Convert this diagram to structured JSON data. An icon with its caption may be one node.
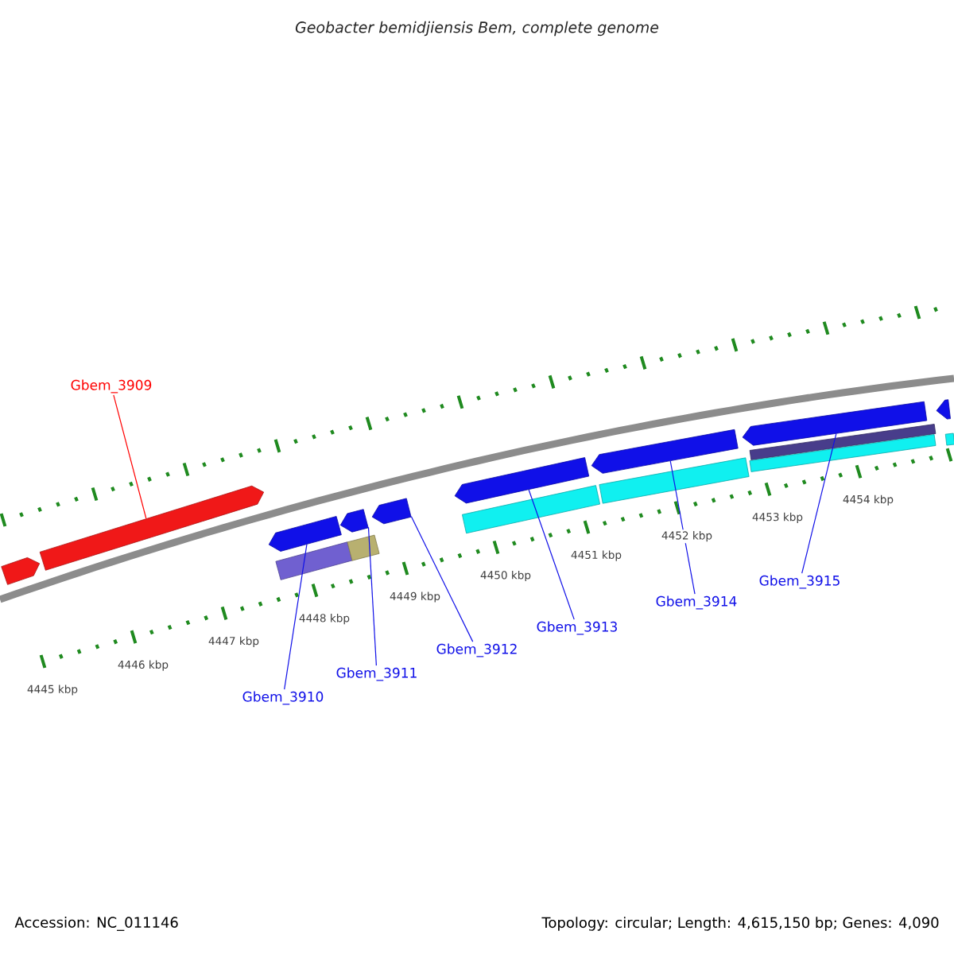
{
  "diagram": {
    "title": "Geobacter bemidjiensis Bem, complete genome",
    "nodes": [
      {
        "text": [
          "Gbem_3909"
        ]
      },
      {
        "text": [
          "Gbem_3910"
        ]
      },
      {
        "text": [
          "Gbem_3911"
        ]
      },
      {
        "text": [
          "Gbem_3912"
        ]
      },
      {
        "text": [
          "Gbem_3913"
        ]
      },
      {
        "text": [
          "Gbem_3914"
        ]
      },
      {
        "text": [
          "Gbem_3915"
        ]
      },
      {
        "text": [],
        "shape": "arrow"
      },
      {
        "text": [],
        "shape": "arrow"
      },
      {
        "text": [],
        "shape": "arrow"
      },
      {
        "text": [],
        "shape": "arrow"
      },
      {
        "text": [],
        "shape": "arrow"
      },
      {
        "text": [],
        "shape": "arrow"
      },
      {
        "text": [],
        "shape": "arrow"
      },
      {
        "text": [],
        "shape": "arrow"
      },
      {
        "text": [],
        "shape": "bar"
      },
      {
        "text": [],
        "shape": "bar"
      },
      {
        "text": [],
        "shape": "bar"
      },
      {
        "text": [],
        "shape": "bar"
      },
      {
        "text": [],
        "shape": "bar"
      },
      {
        "text": [],
        "shape": "bar"
      },
      {
        "text": [],
        "shape": "arrow"
      },
      {
        "text": [],
        "shape": "bar"
      }
    ],
    "edges": [
      {
        "from": 0,
        "to": 7,
        "arrow": "none",
        "color": "#ff0000"
      },
      {
        "from": 1,
        "to": 8,
        "arrow": "none"
      },
      {
        "from": 2,
        "to": 9,
        "arrow": "none"
      },
      {
        "from": 3,
        "to": 10,
        "arrow": "none"
      },
      {
        "from": 4,
        "to": 11,
        "arrow": "none"
      },
      {
        "from": 5,
        "to": 12,
        "arrow": "none"
      },
      {
        "from": 6,
        "to": 13,
        "arrow": "none"
      }
    ],
    "labels": [
      "4445 kbp",
      "4446 kbp",
      "4447 kbp",
      "4448 kbp",
      "4449 kbp",
      "4450 kbp",
      "4451 kbp",
      "4452 kbp",
      "4453 kbp",
      "4454 kbp",
      "Accession: NC_011146",
      "Topology: circular; Length: 4,615,150 bp; Genes: 4,090"
    ]
  }
}
